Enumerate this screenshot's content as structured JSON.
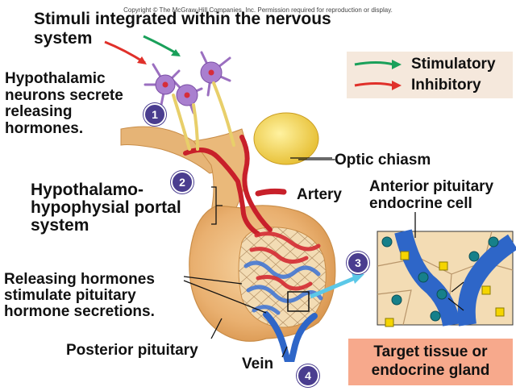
{
  "copyright": "Copyright © The McGraw-Hill Companies, Inc. Permission required for reproduction or display.",
  "labels": {
    "stimuli": "Stimuli integrated within the nervous\nsystem",
    "hypothalamic": "Hypothalamic\nneurons secrete\nreleasing\nhormones.",
    "portal": "Hypothalamo-\nhypophysial portal\nsystem",
    "releasing": "Releasing hormones\nstimulate pituitary\nhormone secretions.",
    "posterior": "Posterior pituitary",
    "optic": "Optic chiasm",
    "artery": "Artery",
    "anterior": "Anterior pituitary\nendocrine cell",
    "vein": "Vein",
    "target": "Target tissue or\nendocrine gland"
  },
  "legend": {
    "stimulatory": "Stimulatory",
    "inhibitory": "Inhibitory"
  },
  "steps": [
    "1",
    "2",
    "3",
    "4"
  ],
  "colors": {
    "stimulatory": "#1aa05a",
    "inhibitory": "#e0302a",
    "neuron": "#9b6fc0",
    "artery": "#c8202a",
    "vein": "#2e66c8",
    "tissue": "#f0c488",
    "legend_bg": "#f5e8dc",
    "target_bg": "#f7a98c",
    "step_circle": "#4a3d8f",
    "portal_arrow": "#5bc8e8"
  }
}
